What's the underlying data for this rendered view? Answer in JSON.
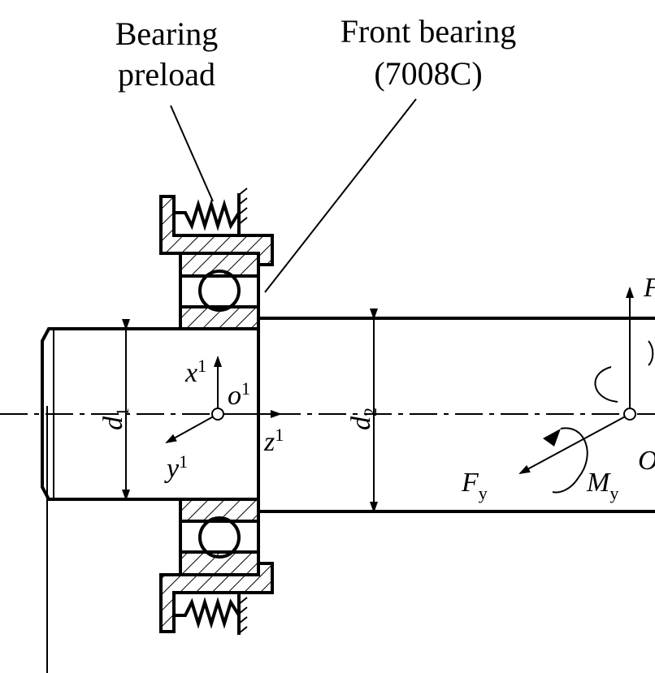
{
  "labels": {
    "preload_line1": "Bearing",
    "preload_line2": "preload",
    "front_line1": "Front bearing",
    "front_line2": "(7008C)",
    "d1": "d",
    "d1_sub": "1",
    "d2": "d",
    "d2_sub": "2",
    "x1": "x",
    "x1_sup": "1",
    "y1": "y",
    "y1_sup": "1",
    "z1": "z",
    "z1_sup": "1",
    "o1": "o",
    "o1_sup": "1",
    "Fy": "F",
    "Fy_sub": "y",
    "My": "M",
    "My_sub": "y",
    "O_cut": "O",
    "F_cut": "F"
  }
}
